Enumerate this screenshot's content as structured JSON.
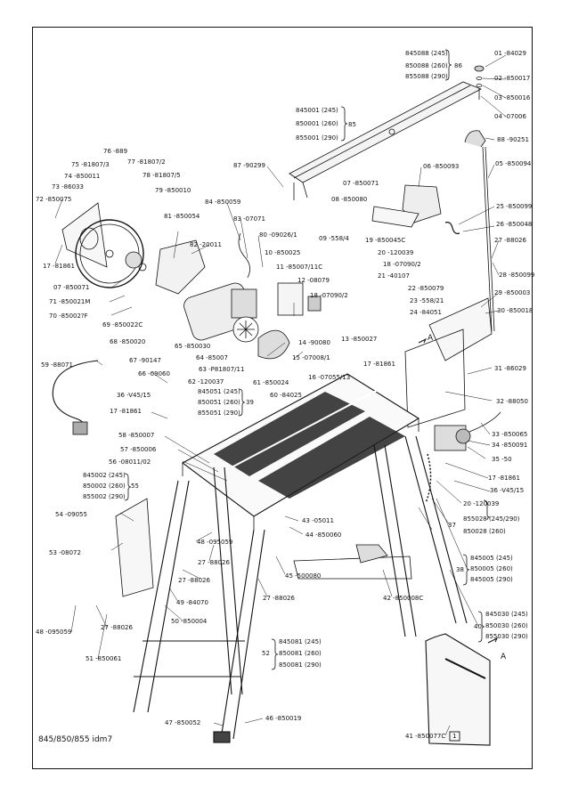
{
  "footer": {
    "model_label": "845/850/855 idm7",
    "page_number": "1"
  },
  "parts": [
    {
      "id": "p01",
      "text": "01 -84029"
    },
    {
      "id": "p02",
      "text": "02 -850017"
    },
    {
      "id": "p03",
      "text": "03 -850016"
    },
    {
      "id": "p04",
      "text": "04 -07006"
    },
    {
      "id": "p86a",
      "text": "845088 (245)"
    },
    {
      "id": "p86b",
      "text": "850088 (260)"
    },
    {
      "id": "p86c",
      "text": "855088 (290)"
    },
    {
      "id": "p86",
      "text": "86"
    },
    {
      "id": "p85a",
      "text": "845001 (245)"
    },
    {
      "id": "p85b",
      "text": "850001 (260)"
    },
    {
      "id": "p85c",
      "text": "855001 (290)"
    },
    {
      "id": "p85",
      "text": "85"
    },
    {
      "id": "p88",
      "text": "88 -90251"
    },
    {
      "id": "p05",
      "text": "05 -850094"
    },
    {
      "id": "p87",
      "text": "87 -90299"
    },
    {
      "id": "p07",
      "text": "07 -850071"
    },
    {
      "id": "p06",
      "text": "06 -850093"
    },
    {
      "id": "p08",
      "text": "08 -850080"
    },
    {
      "id": "p25",
      "text": "25 -850099"
    },
    {
      "id": "p26",
      "text": "26 -850048"
    },
    {
      "id": "p27",
      "text": "27 -88026"
    },
    {
      "id": "p28",
      "text": "28 -850099"
    },
    {
      "id": "p29",
      "text": "29 -850003"
    },
    {
      "id": "p30",
      "text": "30 -850018"
    },
    {
      "id": "p76",
      "text": "76 -889"
    },
    {
      "id": "p75",
      "text": "75 -81807/3"
    },
    {
      "id": "p77",
      "text": "77 -81807/2"
    },
    {
      "id": "p74",
      "text": "74 -850011"
    },
    {
      "id": "p73",
      "text": "73 -86033"
    },
    {
      "id": "p78",
      "text": "78 -81807/5"
    },
    {
      "id": "p79",
      "text": "79 -850010"
    },
    {
      "id": "p72",
      "text": "72 -850075"
    },
    {
      "id": "p84",
      "text": "84 -850059"
    },
    {
      "id": "p83",
      "text": "83 -07071"
    },
    {
      "id": "p80",
      "text": "80 -09026/1"
    },
    {
      "id": "p81",
      "text": "81 -850054"
    },
    {
      "id": "p82",
      "text": "82 -20011"
    },
    {
      "id": "p09",
      "text": "09 -558/4"
    },
    {
      "id": "p19",
      "text": "19 -850045C"
    },
    {
      "id": "p20a",
      "text": "20 -120039"
    },
    {
      "id": "p18a",
      "text": "18 -07090/2"
    },
    {
      "id": "p21",
      "text": "21 -40107"
    },
    {
      "id": "p17a",
      "text": "17 -81861"
    },
    {
      "id": "p10",
      "text": "10 -850025"
    },
    {
      "id": "p11",
      "text": "11 -85007/11C"
    },
    {
      "id": "p12",
      "text": "12 -08079"
    },
    {
      "id": "p22",
      "text": "22 -850079"
    },
    {
      "id": "p23",
      "text": "23 -558/21"
    },
    {
      "id": "p24",
      "text": "24 -84051"
    },
    {
      "id": "p07b",
      "text": "07 -850071"
    },
    {
      "id": "p71",
      "text": "71 -850021M"
    },
    {
      "id": "p70",
      "text": "70 -85002?F"
    },
    {
      "id": "p69",
      "text": "69 -850022C"
    },
    {
      "id": "p68",
      "text": "68 -850020"
    },
    {
      "id": "p18b",
      "text": "18 -07090/2"
    },
    {
      "id": "p13",
      "text": "13 -850027"
    },
    {
      "id": "p14",
      "text": "14 -90080"
    },
    {
      "id": "p65",
      "text": "65 -850030"
    },
    {
      "id": "p67",
      "text": "67 -90147"
    },
    {
      "id": "p64",
      "text": "64 -85007"
    },
    {
      "id": "p66",
      "text": "66 -09060"
    },
    {
      "id": "p63",
      "text": "63 -P81807/11"
    },
    {
      "id": "p15",
      "text": "15 -07008/1"
    },
    {
      "id": "p62",
      "text": "62 -120037"
    },
    {
      "id": "p61",
      "text": "61 -850024"
    },
    {
      "id": "p31",
      "text": "31 -86029"
    },
    {
      "id": "p17b",
      "text": "17 -81861"
    },
    {
      "id": "p59",
      "text": "59 -88071"
    },
    {
      "id": "p16",
      "text": "16 -07055/13"
    },
    {
      "id": "p60",
      "text": "60 -84025"
    },
    {
      "id": "p32",
      "text": "32 -88050"
    },
    {
      "id": "p36a",
      "text": "36 -V45/15"
    },
    {
      "id": "p39a",
      "text": "845051 (245)"
    },
    {
      "id": "p39b",
      "text": "850051 (260)"
    },
    {
      "id": "p39c",
      "text": "855051 (290)"
    },
    {
      "id": "p39",
      "text": "39"
    },
    {
      "id": "p17c",
      "text": "17 -81861"
    },
    {
      "id": "p33",
      "text": "33 -850065"
    },
    {
      "id": "p34",
      "text": "34 -850091"
    },
    {
      "id": "p58",
      "text": "58 -850007"
    },
    {
      "id": "p35",
      "text": "35 -50"
    },
    {
      "id": "p57",
      "text": "57 -850006"
    },
    {
      "id": "p17d",
      "text": "17 -81861"
    },
    {
      "id": "p56",
      "text": "56 -08011/02"
    },
    {
      "id": "p36b",
      "text": "36 -V45/15"
    },
    {
      "id": "p55a",
      "text": "845002 (245)"
    },
    {
      "id": "p55b",
      "text": "850002 (260)"
    },
    {
      "id": "p55c",
      "text": "855002 (290)"
    },
    {
      "id": "p55",
      "text": "55"
    },
    {
      "id": "p20b",
      "text": "20 -120039"
    },
    {
      "id": "p37a",
      "text": "855028 (245/290)"
    },
    {
      "id": "p37b",
      "text": "850028 (260)"
    },
    {
      "id": "p37",
      "text": "37"
    },
    {
      "id": "p54",
      "text": "54 -09055"
    },
    {
      "id": "p43",
      "text": "43 -05011"
    },
    {
      "id": "p44",
      "text": "44 -850060"
    },
    {
      "id": "p53",
      "text": "53 -08072"
    },
    {
      "id": "p48a",
      "text": "48 -095059"
    },
    {
      "id": "p27b",
      "text": "27 -88026"
    },
    {
      "id": "p38a",
      "text": "845005 (245)"
    },
    {
      "id": "p38b",
      "text": "850005 (260)"
    },
    {
      "id": "p38c",
      "text": "845005 (290)"
    },
    {
      "id": "p38",
      "text": "38"
    },
    {
      "id": "p27c",
      "text": "27 -88026"
    },
    {
      "id": "p45",
      "text": "45 -500080"
    },
    {
      "id": "p27d",
      "text": "27 -88026"
    },
    {
      "id": "p42",
      "text": "42 -850008C"
    },
    {
      "id": "p49",
      "text": "49 -84070"
    },
    {
      "id": "p50",
      "text": "50 -850004"
    },
    {
      "id": "p48b",
      "text": "48 -095059"
    },
    {
      "id": "p27e",
      "text": "27 -88026"
    },
    {
      "id": "p40a",
      "text": "845030 (245)"
    },
    {
      "id": "p40b",
      "text": "850030 (260)"
    },
    {
      "id": "p40c",
      "text": "855030 (290)"
    },
    {
      "id": "p40",
      "text": "40"
    },
    {
      "id": "p51",
      "text": "51 -850061"
    },
    {
      "id": "p52a",
      "text": "845081 (245)"
    },
    {
      "id": "p52b",
      "text": "850081 (260)"
    },
    {
      "id": "p52c",
      "text": "850081 (290)"
    },
    {
      "id": "p52",
      "text": "52"
    },
    {
      "id": "p47",
      "text": "47 -850052"
    },
    {
      "id": "p46",
      "text": "46 -850019"
    },
    {
      "id": "p41",
      "text": "41 -850077C"
    },
    {
      "id": "pA1",
      "text": "A"
    },
    {
      "id": "pA2",
      "text": "A"
    }
  ]
}
